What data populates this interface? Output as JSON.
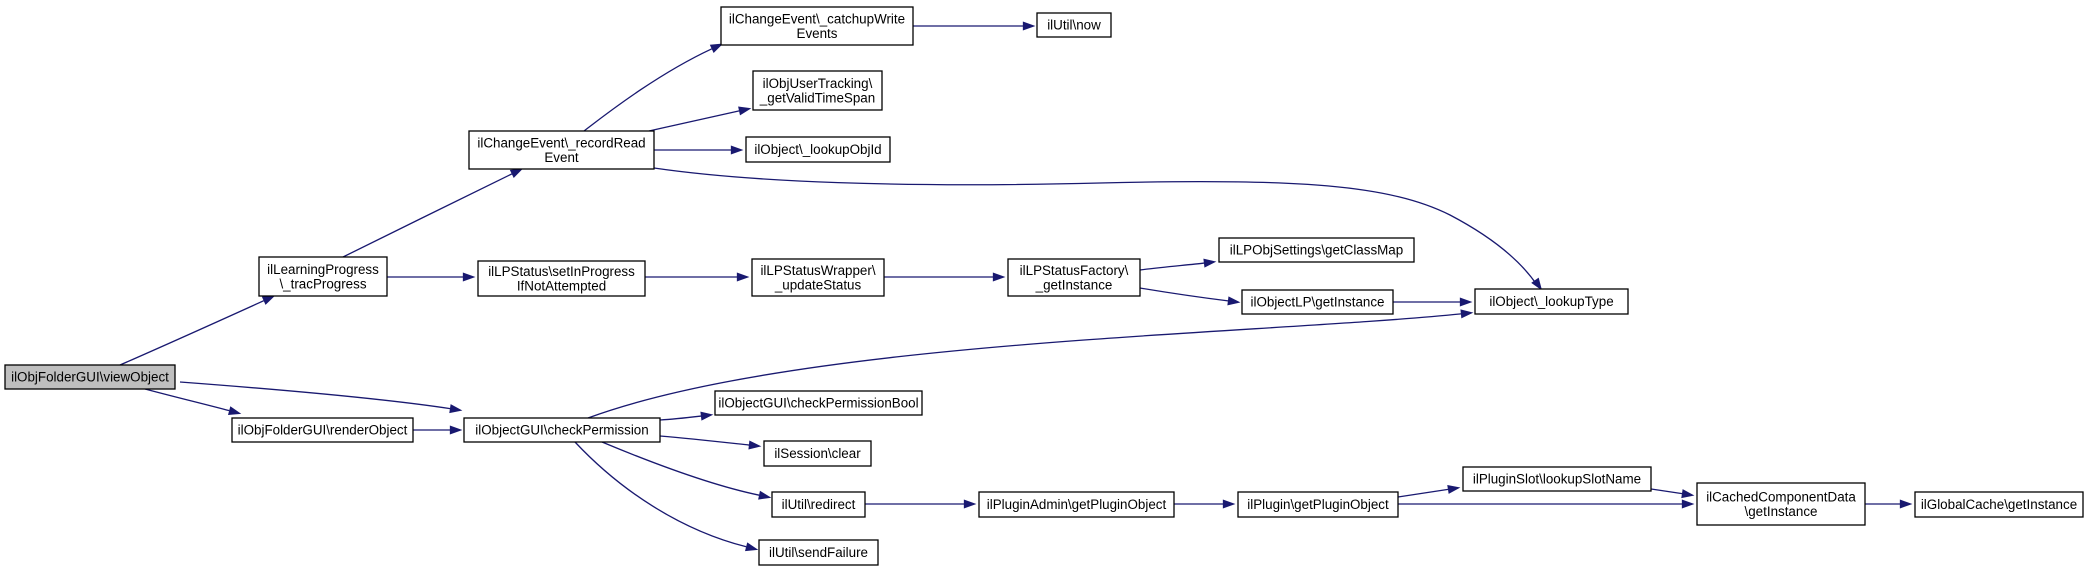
{
  "colors": {
    "edge": "#191970",
    "root_fill": "#bfbfbf",
    "node_fill": "#ffffff",
    "border": "#000000"
  },
  "nodes": [
    {
      "id": "root",
      "lines": [
        "ilObjFolderGUI\\viewObject"
      ],
      "root": true
    },
    {
      "id": "trac",
      "lines": [
        "ilLearningProgress",
        "\\_tracProgress"
      ]
    },
    {
      "id": "render",
      "lines": [
        "ilObjFolderGUI\\renderObject"
      ]
    },
    {
      "id": "checkperm",
      "lines": [
        "ilObjectGUI\\checkPermission"
      ]
    },
    {
      "id": "recordread",
      "lines": [
        "ilChangeEvent\\_recordRead",
        "Event"
      ]
    },
    {
      "id": "setinprog",
      "lines": [
        "ilLPStatus\\setInProgress",
        "IfNotAttempted"
      ]
    },
    {
      "id": "catchup",
      "lines": [
        "ilChangeEvent\\_catchupWrite",
        "Events"
      ]
    },
    {
      "id": "now",
      "lines": [
        "ilUtil\\now"
      ]
    },
    {
      "id": "validtime",
      "lines": [
        "ilObjUserTracking\\",
        "_getValidTimeSpan"
      ]
    },
    {
      "id": "lookupobjid",
      "lines": [
        "ilObject\\_lookupObjId"
      ]
    },
    {
      "id": "lookuptype",
      "lines": [
        "ilObject\\_lookupType"
      ]
    },
    {
      "id": "updatestatus",
      "lines": [
        "ilLPStatusWrapper\\",
        "_updateStatus"
      ]
    },
    {
      "id": "lpfactory",
      "lines": [
        "ilLPStatusFactory\\",
        "_getInstance"
      ]
    },
    {
      "id": "classmap",
      "lines": [
        "ilLPObjSettings\\getClassMap"
      ]
    },
    {
      "id": "objlp",
      "lines": [
        "ilObjectLP\\getInstance"
      ]
    },
    {
      "id": "checkpermbool",
      "lines": [
        "ilObjectGUI\\checkPermissionBool"
      ]
    },
    {
      "id": "sessclear",
      "lines": [
        "ilSession\\clear"
      ]
    },
    {
      "id": "redirect",
      "lines": [
        "ilUtil\\redirect"
      ]
    },
    {
      "id": "sendfailure",
      "lines": [
        "ilUtil\\sendFailure"
      ]
    },
    {
      "id": "pluginadmin",
      "lines": [
        "ilPluginAdmin\\getPluginObject"
      ]
    },
    {
      "id": "plugin",
      "lines": [
        "ilPlugin\\getPluginObject"
      ]
    },
    {
      "id": "pluginslot",
      "lines": [
        "ilPluginSlot\\lookupSlotName"
      ]
    },
    {
      "id": "cached",
      "lines": [
        "ilCachedComponentData",
        "\\getInstance"
      ]
    },
    {
      "id": "globalcache",
      "lines": [
        "ilGlobalCache\\getInstance"
      ]
    }
  ],
  "edges": [
    {
      "from": "root",
      "to": "trac"
    },
    {
      "from": "root",
      "to": "render"
    },
    {
      "from": "root",
      "to": "checkperm"
    },
    {
      "from": "trac",
      "to": "recordread"
    },
    {
      "from": "trac",
      "to": "setinprog"
    },
    {
      "from": "render",
      "to": "checkperm"
    },
    {
      "from": "recordread",
      "to": "catchup"
    },
    {
      "from": "recordread",
      "to": "validtime"
    },
    {
      "from": "recordread",
      "to": "lookupobjid"
    },
    {
      "from": "recordread",
      "to": "lookuptype"
    },
    {
      "from": "catchup",
      "to": "now"
    },
    {
      "from": "setinprog",
      "to": "updatestatus"
    },
    {
      "from": "updatestatus",
      "to": "lpfactory"
    },
    {
      "from": "lpfactory",
      "to": "classmap"
    },
    {
      "from": "lpfactory",
      "to": "objlp"
    },
    {
      "from": "objlp",
      "to": "lookuptype"
    },
    {
      "from": "checkperm",
      "to": "lookuptype"
    },
    {
      "from": "checkperm",
      "to": "checkpermbool"
    },
    {
      "from": "checkperm",
      "to": "sessclear"
    },
    {
      "from": "checkperm",
      "to": "redirect"
    },
    {
      "from": "checkperm",
      "to": "sendfailure"
    },
    {
      "from": "redirect",
      "to": "pluginadmin"
    },
    {
      "from": "pluginadmin",
      "to": "plugin"
    },
    {
      "from": "plugin",
      "to": "pluginslot"
    },
    {
      "from": "plugin",
      "to": "cached"
    },
    {
      "from": "pluginslot",
      "to": "cached"
    },
    {
      "from": "cached",
      "to": "globalcache"
    }
  ]
}
